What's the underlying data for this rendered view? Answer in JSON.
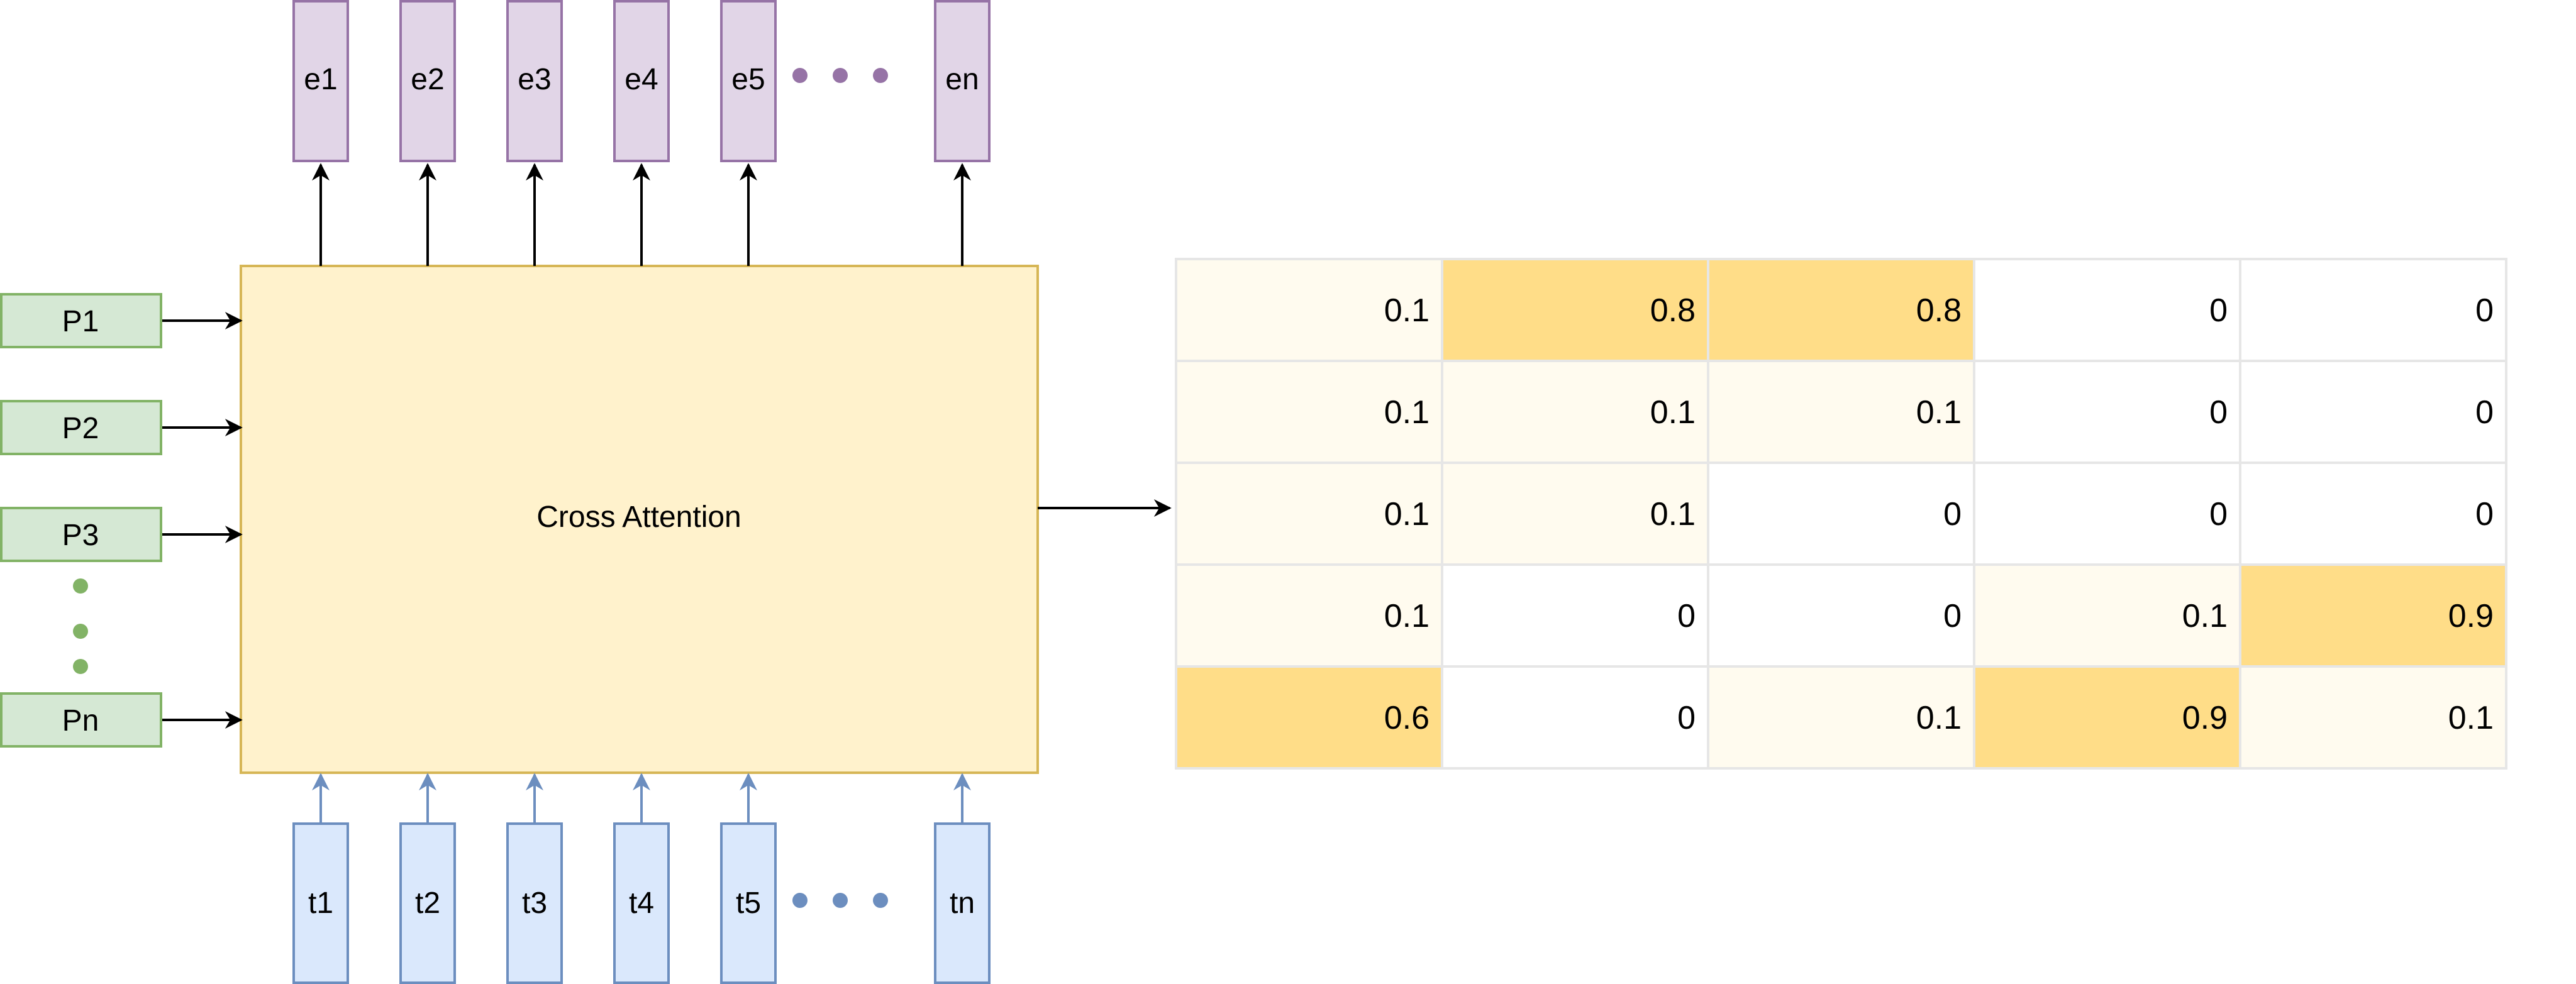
{
  "colors": {
    "emb_fill": "#e1d5e7",
    "emb_stroke": "#9673a6",
    "prompt_fill": "#d5e8d4",
    "prompt_stroke": "#82b366",
    "token_fill": "#dae8fc",
    "token_stroke": "#6c8ebf",
    "attn_fill": "#fff2cc",
    "attn_stroke": "#d6b656",
    "cell_low": "#fffbef",
    "cell_high": "#ffdd88",
    "cell_zero": "#ffffff",
    "grid_line": "#e6e6e6",
    "arrow": "#000000",
    "text": "#000000"
  },
  "cross_attention": {
    "label": "Cross Attention"
  },
  "embeddings": [
    "e1",
    "e2",
    "e3",
    "e4",
    "e5",
    "en"
  ],
  "prompts": [
    "P1",
    "P2",
    "P3",
    "Pn"
  ],
  "tokens": [
    "t1",
    "t2",
    "t3",
    "t4",
    "t5",
    "tn"
  ],
  "attention_matrix": [
    [
      "0.1",
      "0.8",
      "0.8",
      "0",
      "0"
    ],
    [
      "0.1",
      "0.1",
      "0.1",
      "0",
      "0"
    ],
    [
      "0.1",
      "0.1",
      "0",
      "0",
      "0"
    ],
    [
      "0.1",
      "0",
      "0",
      "0.1",
      "0.9"
    ],
    [
      "0.6",
      "0",
      "0.1",
      "0.9",
      "0.1"
    ]
  ]
}
